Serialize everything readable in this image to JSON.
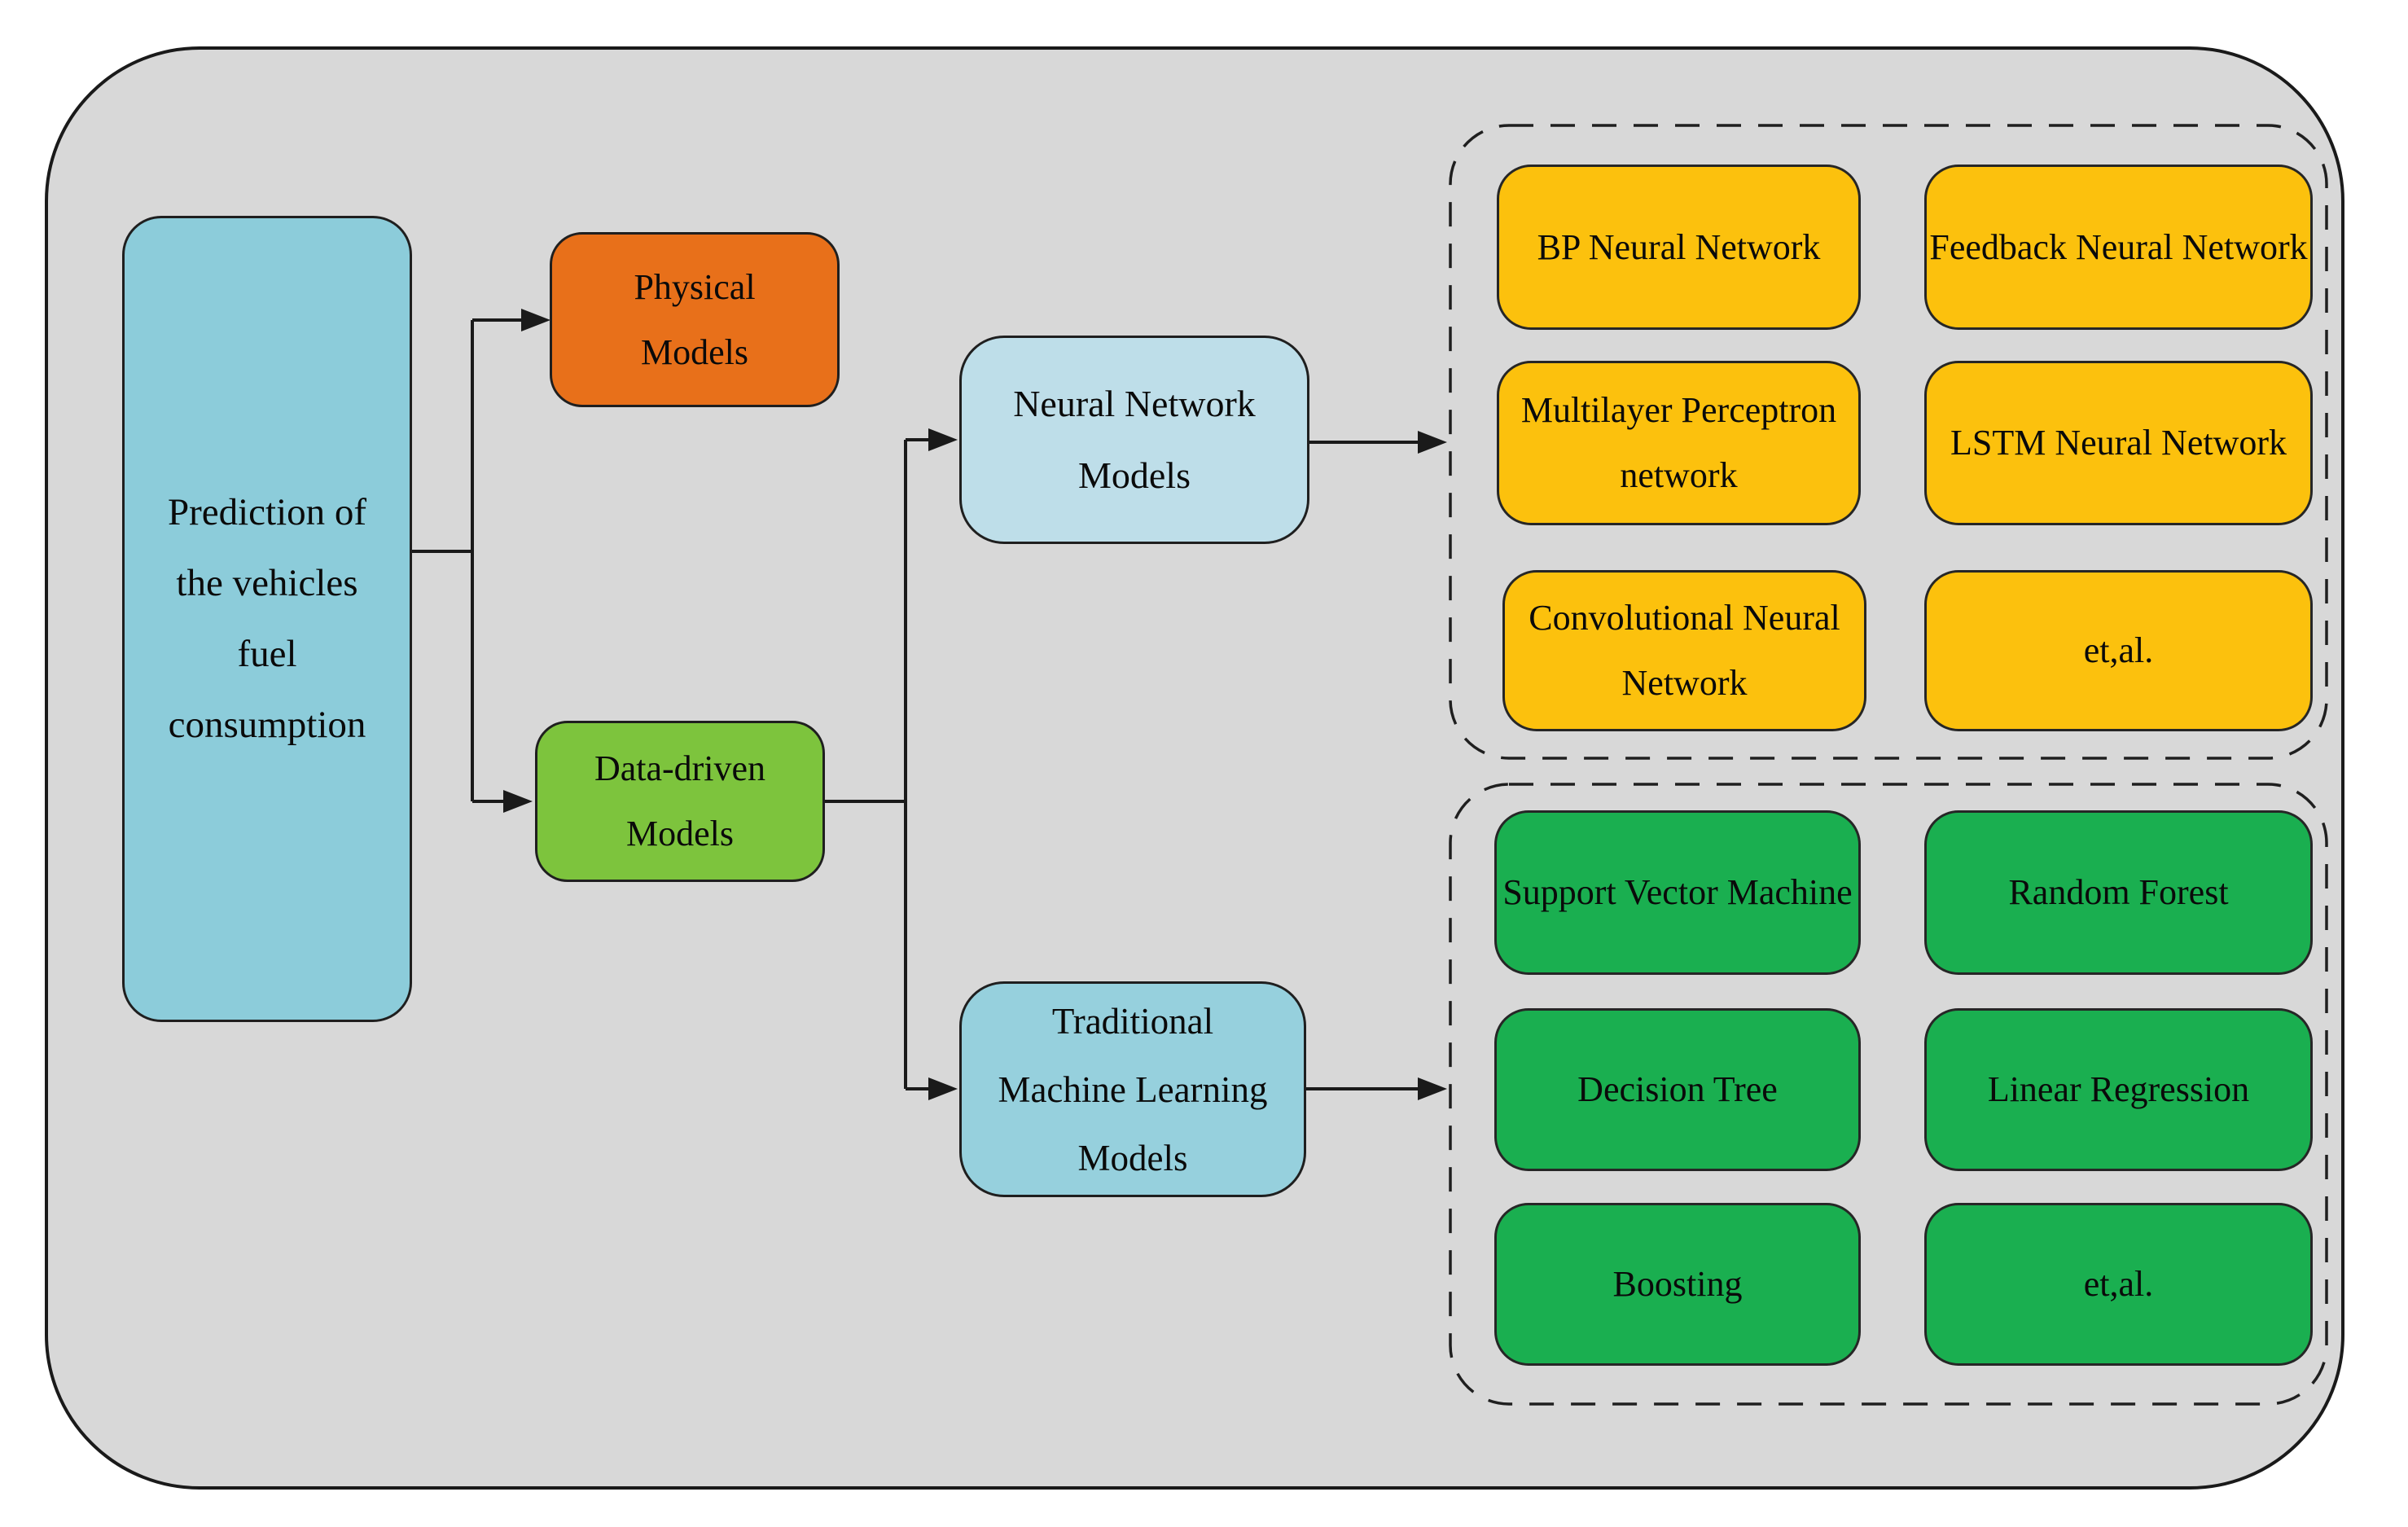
{
  "colors": {
    "page_background": "#FFFFFF",
    "panel_background": "#D8D8D8",
    "outline": "#1A1A1A",
    "root_fill": "#8CCCDA",
    "physical_fill": "#E8701A",
    "data_driven_fill": "#7DC43D",
    "neural_models_fill": "#BEDEE9",
    "traditional_models_fill": "#96D0DD",
    "neural_item_fill": "#FCC10D",
    "ml_item_fill": "#1AAF50"
  },
  "nodes": {
    "root": {
      "label": "Prediction of\nthe vehicles\nfuel\nconsumption"
    },
    "physical": {
      "label": "Physical\nModels"
    },
    "data_driven": {
      "label": "Data-driven\nModels"
    },
    "neural": {
      "label": "Neural Network\nModels"
    },
    "traditional": {
      "label": "Traditional\nMachine Learning\nModels"
    }
  },
  "groups": {
    "neural": {
      "items": [
        {
          "label": "BP Neural\nNetwork"
        },
        {
          "label": "Feedback\nNeural Network"
        },
        {
          "label": "Multilayer\nPerceptron\nnetwork"
        },
        {
          "label": "LSTM Neural\nNetwork"
        },
        {
          "label": "Convolutional\nNeural Network"
        },
        {
          "label": "et,al."
        }
      ]
    },
    "ml": {
      "items": [
        {
          "label": "Support Vector\nMachine"
        },
        {
          "label": "Random Forest"
        },
        {
          "label": "Decision Tree"
        },
        {
          "label": "Linear\nRegression"
        },
        {
          "label": "Boosting"
        },
        {
          "label": "et,al."
        }
      ]
    }
  }
}
